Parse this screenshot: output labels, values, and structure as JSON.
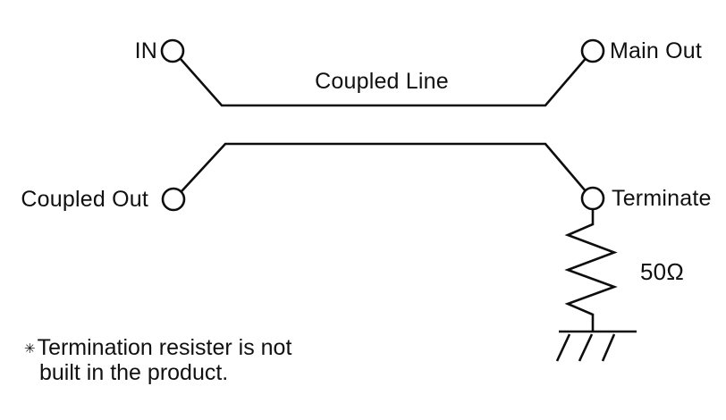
{
  "colors": {
    "background": "#ffffff",
    "stroke": "#0d0d0d",
    "text": "#101010"
  },
  "labels": {
    "in": "IN",
    "main_out": "Main Out",
    "coupled_line": "Coupled Line",
    "coupled_out": "Coupled Out",
    "terminate": "Terminate",
    "resistor_value": "50Ω"
  },
  "note": {
    "marker": "✳",
    "line1": "Termination resister is not",
    "line2": "built in the product."
  }
}
